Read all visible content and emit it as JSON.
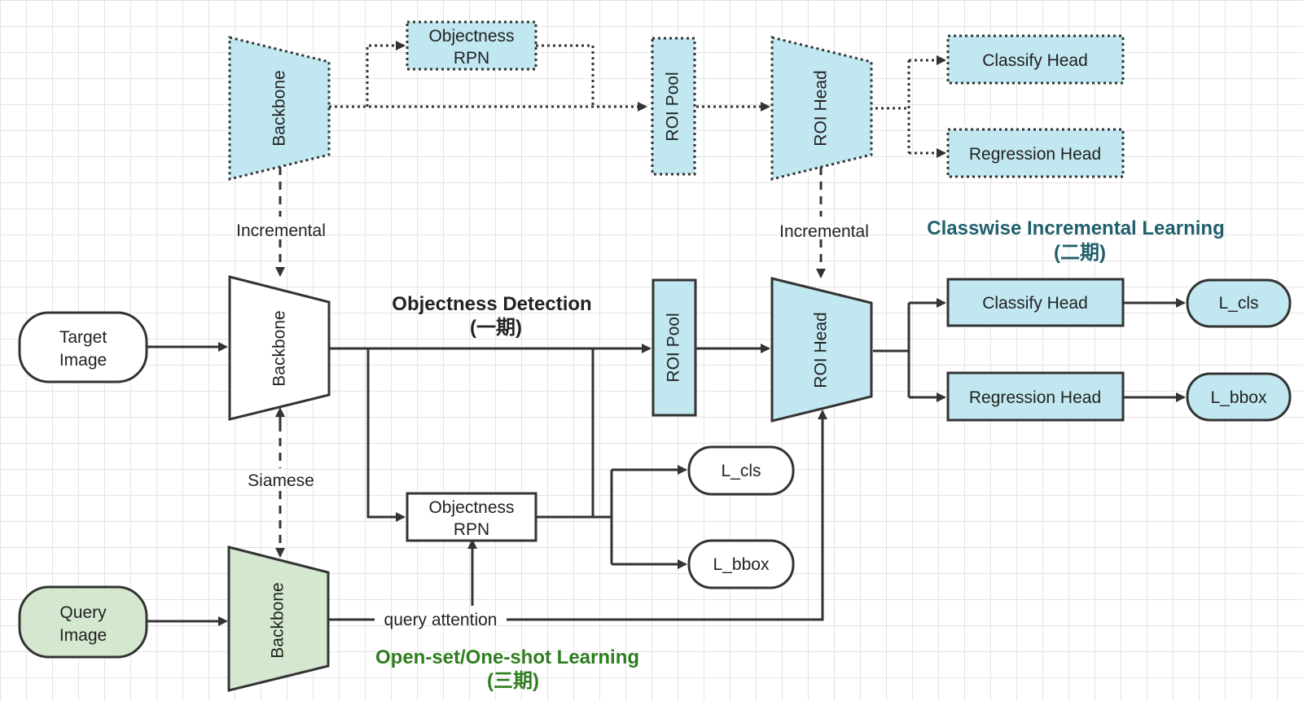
{
  "colors": {
    "cyan_fill": "#c1e7f0",
    "green_fill": "#d4e8cf",
    "teal_title": "#1f5f6b",
    "green_title": "#2e7d1f"
  },
  "top_row": {
    "backbone": "Backbone",
    "rpn_line1": "Objectness",
    "rpn_line2": "RPN",
    "roi_pool": "ROI Pool",
    "roi_head": "ROI Head",
    "classify_head": "Classify Head",
    "regression_head": "Regression Head"
  },
  "links": {
    "incremental_left": "Incremental",
    "incremental_right": "Incremental",
    "siamese": "Siamese",
    "query_attention": "query attention"
  },
  "middle_row": {
    "target_line1": "Target",
    "target_line2": "Image",
    "backbone": "Backbone",
    "title_line1": "Objectness Detection",
    "title_line2": "(一期)",
    "roi_pool": "ROI Pool",
    "roi_head": "ROI Head",
    "classify_head": "Classify Head",
    "regression_head": "Regression Head",
    "loss_cls": "L_cls",
    "loss_bbox": "L_bbox",
    "rpn_line1": "Objectness",
    "rpn_line2": "RPN",
    "rpn_loss_cls": "L_cls",
    "rpn_loss_bbox": "L_bbox"
  },
  "classwise": {
    "title_line1": "Classwise Incremental Learning",
    "title_line2": "(二期)"
  },
  "bottom_row": {
    "query_line1": "Query",
    "query_line2": "Image",
    "backbone": "Backbone",
    "title_line1": "Open-set/One-shot Learning",
    "title_line2": "(三期)"
  }
}
